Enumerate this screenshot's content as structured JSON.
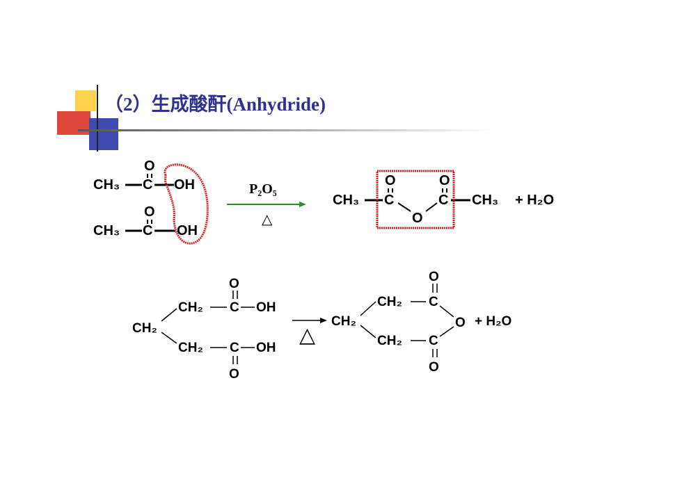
{
  "slide": {
    "title": "（2）生成酸酐(Anhydride)"
  },
  "reaction1": {
    "reagent": "P₂O₅",
    "condition": "△",
    "reactant_top": {
      "ch3": "CH₃",
      "c": "C",
      "o": "O",
      "oh": "OH"
    },
    "reactant_bottom": {
      "ch3": "CH₃",
      "c": "C",
      "o": "O",
      "oh": "OH"
    },
    "product": {
      "ch3_left": "CH₃",
      "c": "C",
      "o": "O",
      "ch3_right": "CH₃"
    },
    "water": "+ H₂O"
  },
  "reaction2": {
    "condition": "△",
    "reactant": {
      "ch2": "CH₂",
      "c": "C",
      "o": "O",
      "oh": "OH"
    },
    "product": {
      "ch2": "CH₂",
      "c": "C",
      "o": "O"
    },
    "water": "+ H₂O"
  },
  "colors": {
    "title": "#2e3192",
    "arrow": "#2e8b2e",
    "highlight": "#e02020"
  }
}
